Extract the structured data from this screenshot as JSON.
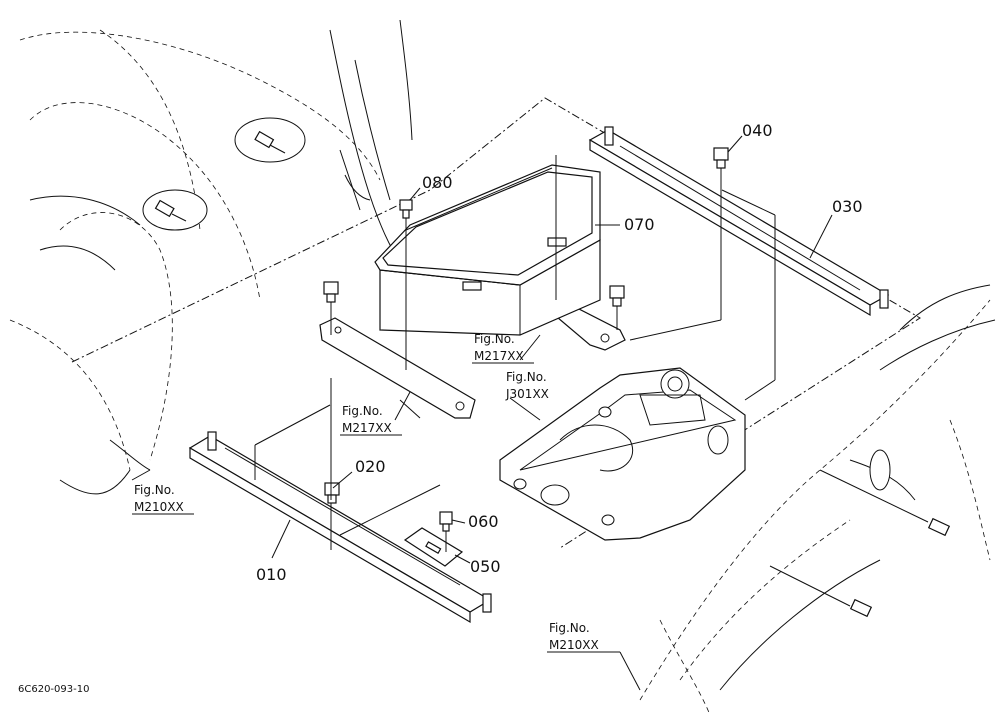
{
  "parts": [
    {
      "number": "010",
      "anchor_part": "left-frame-rail"
    },
    {
      "number": "020",
      "anchor_part": "bolt"
    },
    {
      "number": "030",
      "anchor_part": "right-frame-rail"
    },
    {
      "number": "040",
      "anchor_part": "bolt"
    },
    {
      "number": "050",
      "anchor_part": "bracket-plate"
    },
    {
      "number": "060",
      "anchor_part": "bolt"
    },
    {
      "number": "070",
      "anchor_part": "tool-box"
    },
    {
      "number": "080",
      "anchor_part": "bolt"
    }
  ],
  "figure_refs": [
    {
      "prefix": "Fig.No.",
      "code": "M210XX"
    },
    {
      "prefix": "Fig.No.",
      "code": "M217XX"
    },
    {
      "prefix": "Fig.No.",
      "code": "M217XX"
    },
    {
      "prefix": "Fig.No.",
      "code": "J301XX"
    },
    {
      "prefix": "Fig.No.",
      "code": "M210XX"
    }
  ],
  "drawing_code": "6C620-093-10"
}
